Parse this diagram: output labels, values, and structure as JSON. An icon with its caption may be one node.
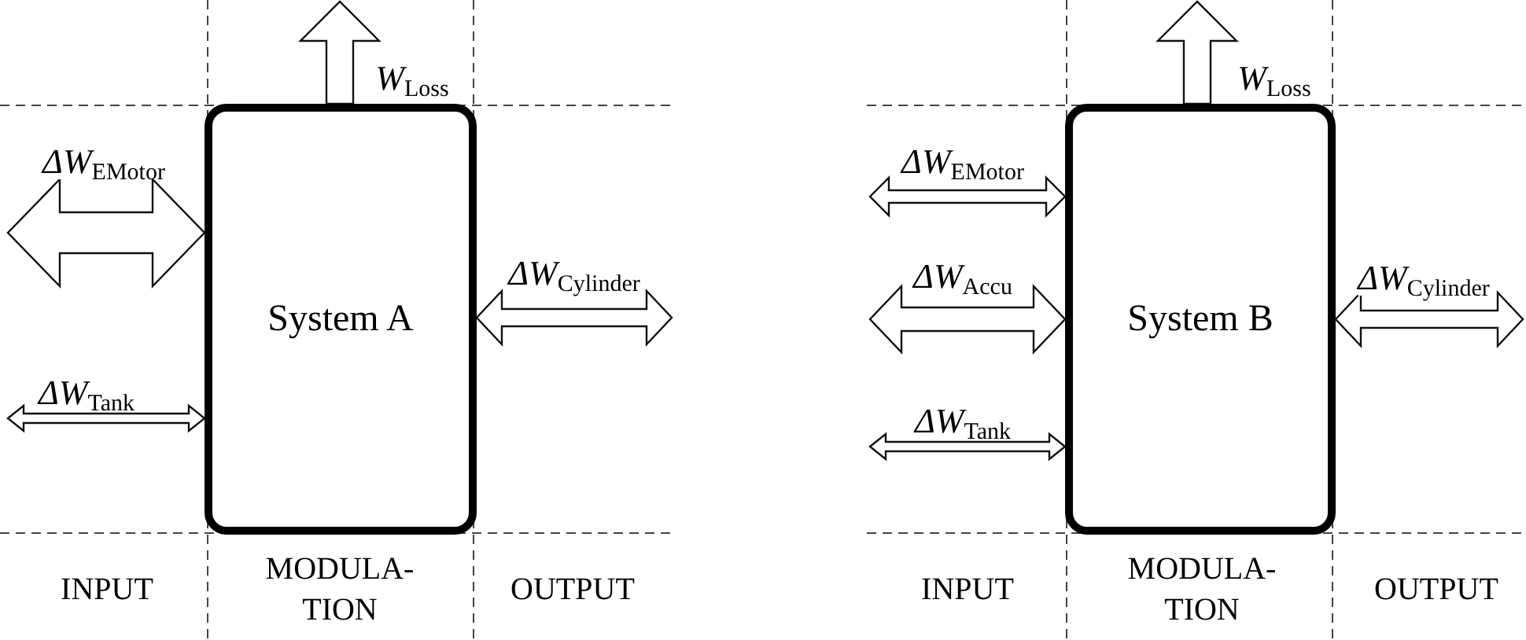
{
  "diagram": {
    "nodes": [
      {
        "text": [
          "System A"
        ]
      },
      {
        "text": [
          "System B"
        ]
      }
    ],
    "edges": [
      {
        "from": null,
        "to": 0,
        "arrow": "both",
        "label": "ΔW$_{EMotor}$"
      },
      {
        "from": null,
        "to": 0,
        "arrow": "both",
        "label": "ΔW$_{Tank}$"
      },
      {
        "from": 0,
        "to": null,
        "arrow": "both",
        "label": "ΔW$_{Cylinder}$"
      },
      {
        "from": 0,
        "to": null,
        "arrow": "to",
        "label": "W$_{Loss}$"
      },
      {
        "from": null,
        "to": 1,
        "arrow": "both",
        "label": "ΔW$_{EMotor}$"
      },
      {
        "from": null,
        "to": 1,
        "arrow": "both",
        "label": "ΔW$_{Accu}$"
      },
      {
        "from": null,
        "to": 1,
        "arrow": "both",
        "label": "ΔW$_{Tank}$"
      },
      {
        "from": 1,
        "to": null,
        "arrow": "both",
        "label": "ΔW$_{Cylinder}$"
      },
      {
        "from": 1,
        "to": null,
        "arrow": "to",
        "label": "W$_{Loss}$"
      }
    ],
    "labels": [
      "INPUT",
      "MODULA- TION",
      "OUTPUT",
      "INPUT",
      "MODULA- TION",
      "OUTPUT"
    ]
  }
}
